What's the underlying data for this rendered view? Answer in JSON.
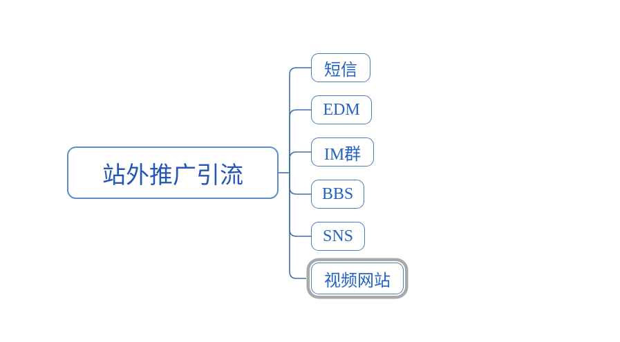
{
  "mindmap": {
    "root": {
      "label": "站外推广引流"
    },
    "children": [
      {
        "label": "短信",
        "selected": false
      },
      {
        "label": "EDM",
        "selected": false
      },
      {
        "label": "IM群",
        "selected": false
      },
      {
        "label": "BBS",
        "selected": false
      },
      {
        "label": "SNS",
        "selected": false
      },
      {
        "label": "视频网站",
        "selected": true
      }
    ],
    "colors": {
      "background": "#ffffff",
      "node_border": "#4a7abf",
      "root_border": "#5e8cc8",
      "node_text": "#2563c2",
      "root_text": "#2457b5",
      "connector": "#3e6fae",
      "selection_ring": "#a9a9a9"
    }
  }
}
